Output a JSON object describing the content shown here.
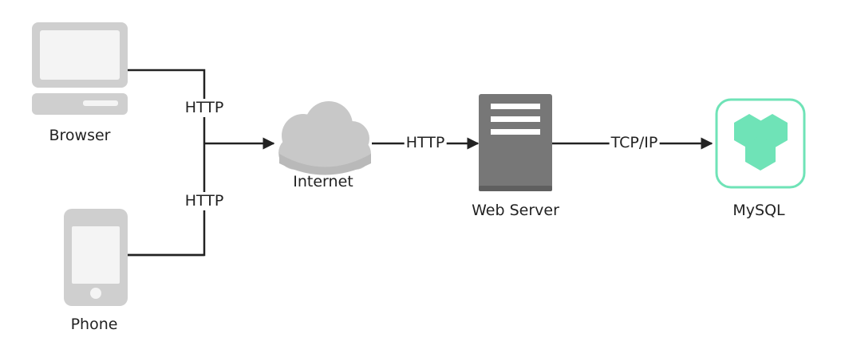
{
  "nodes": {
    "browser": {
      "label": "Browser",
      "icon": "laptop-icon"
    },
    "phone": {
      "label": "Phone",
      "icon": "phone-icon"
    },
    "internet": {
      "label": "Internet",
      "icon": "cloud-icon"
    },
    "web_server": {
      "label": "Web Server",
      "icon": "server-icon"
    },
    "mysql": {
      "label": "MySQL",
      "icon": "mysql-icon"
    }
  },
  "edges": {
    "browser_http": "HTTP",
    "phone_http": "HTTP",
    "internet_to_server": "HTTP",
    "server_to_mysql": "TCP/IP"
  },
  "colors": {
    "line": "#222222",
    "device_gray": "#cfcfcf",
    "device_light": "#f4f4f4",
    "cloud": "#c8c8c8",
    "server": "#777777",
    "mysql_accent": "#6fe3b7"
  }
}
